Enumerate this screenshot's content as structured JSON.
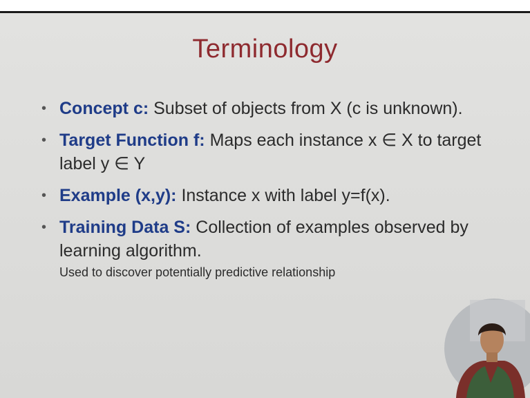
{
  "slide": {
    "title": "Terminology",
    "bullets": [
      {
        "term": "Concept c:",
        "text": " Subset of objects from X (c is unknown)."
      },
      {
        "term": "Target Function f:",
        "text": "  Maps each instance x ∈ X to target label y ∈ Y"
      },
      {
        "term": "Example (x,y):",
        "text": " Instance x with label y=f(x)."
      },
      {
        "term": "Training Data S:",
        "text": " Collection of examples observed by learning algorithm.",
        "note": "Used to discover potentially predictive relationship"
      }
    ]
  },
  "colors": {
    "title": "#8e2a2f",
    "term": "#1f3c88",
    "background": "#dcdcda"
  }
}
